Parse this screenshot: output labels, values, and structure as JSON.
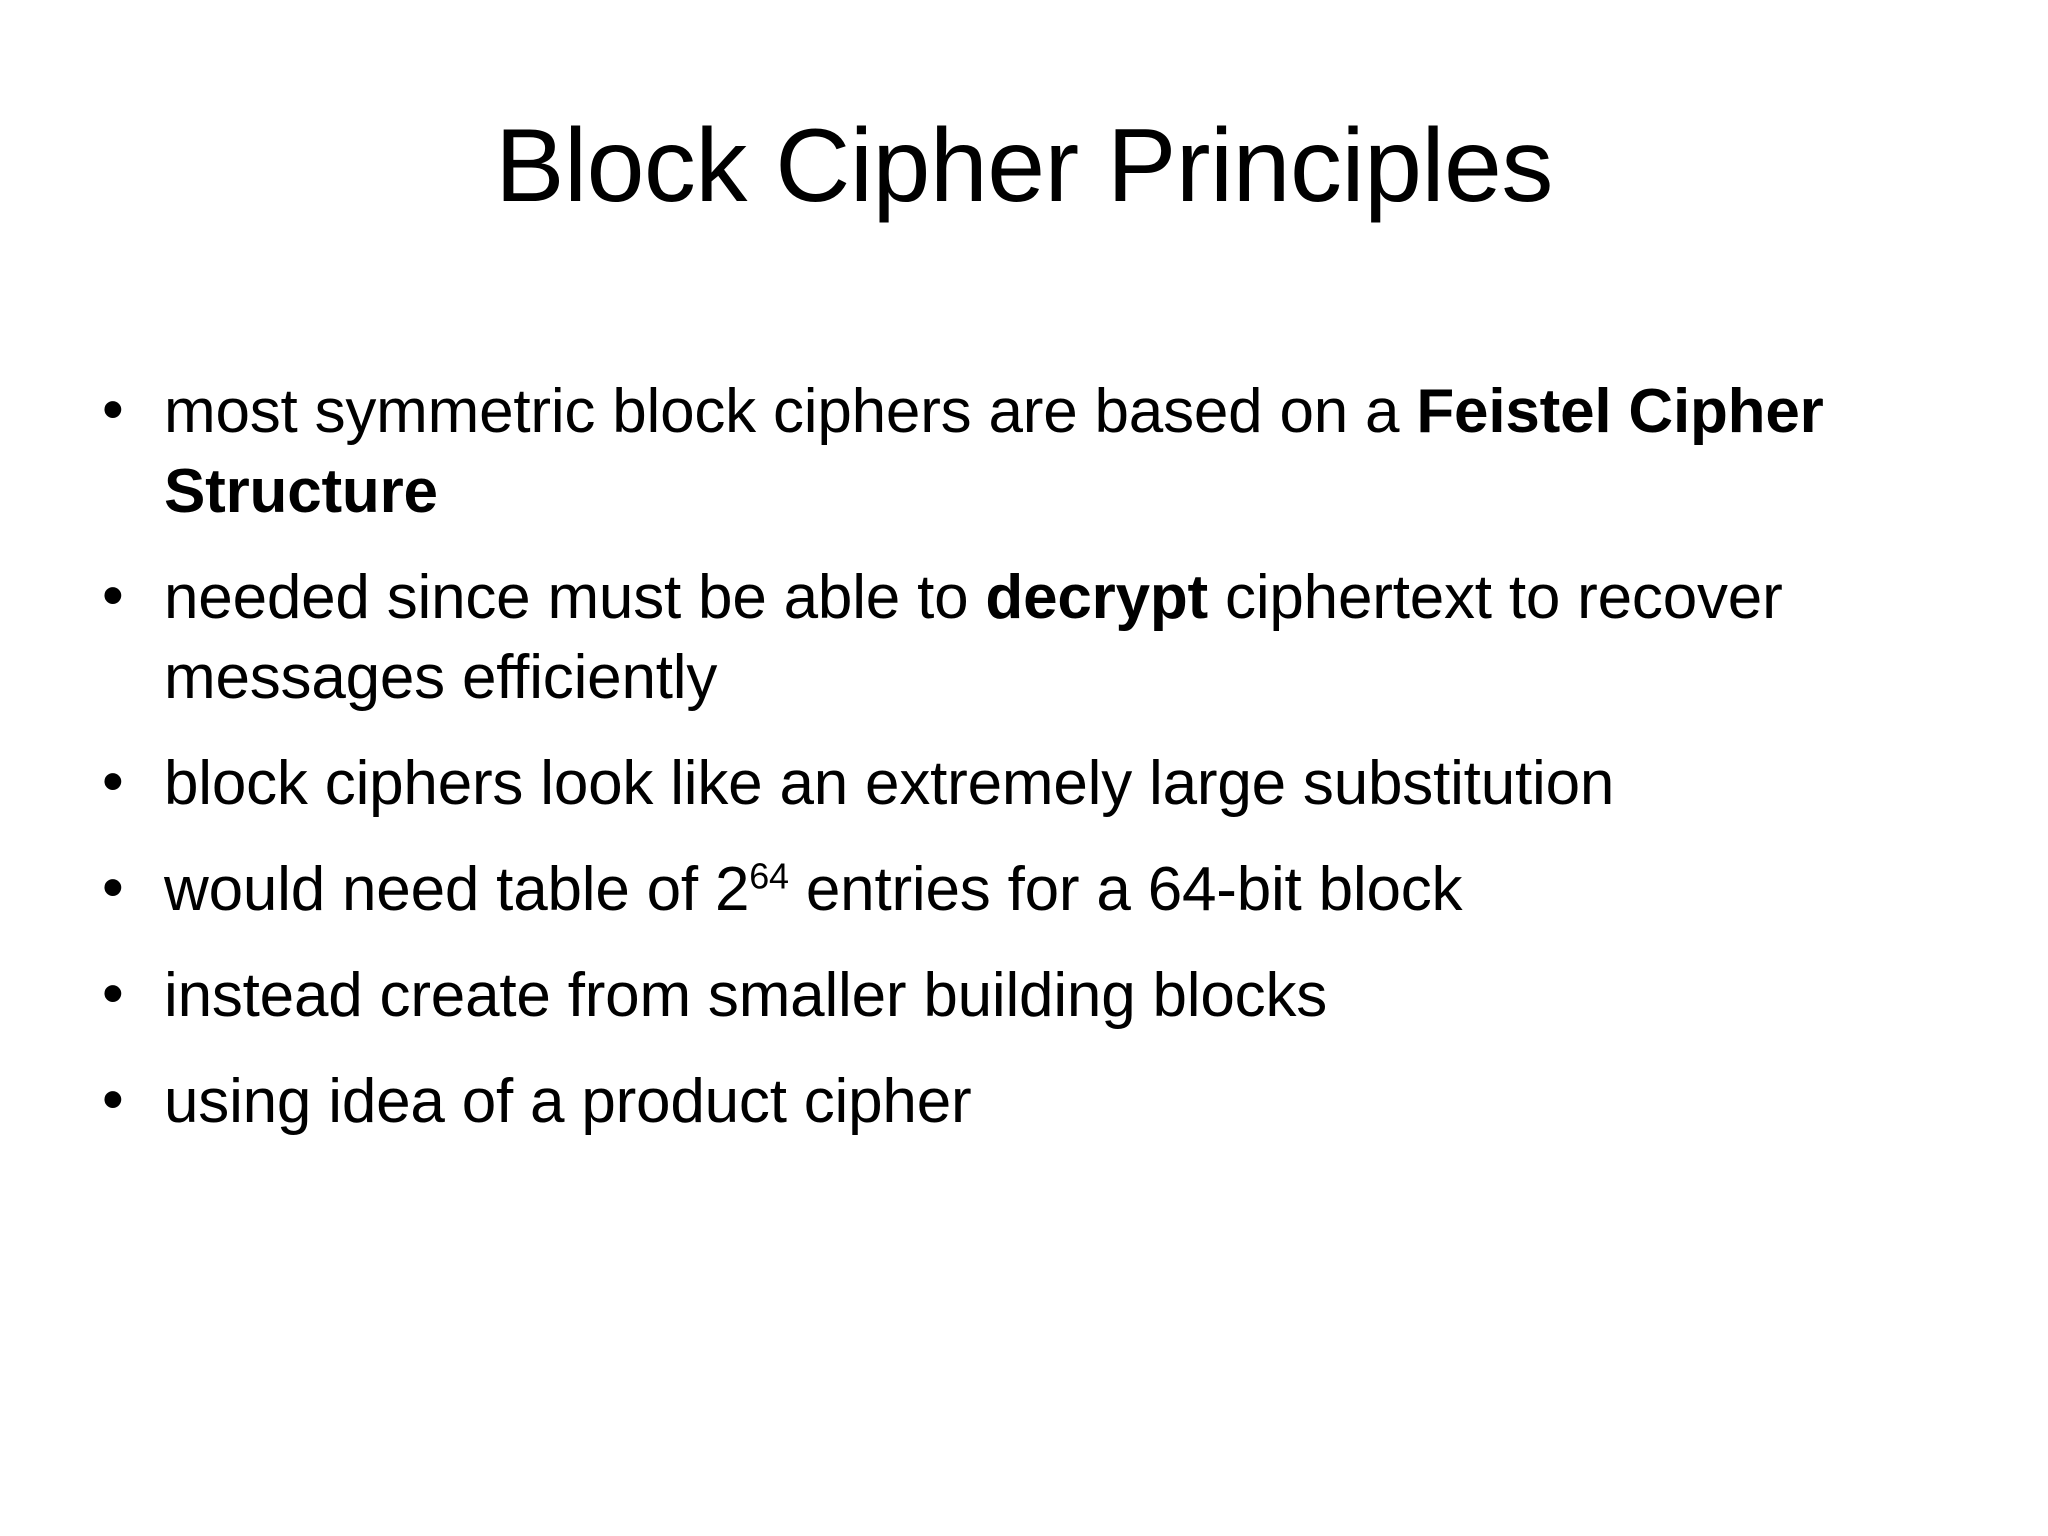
{
  "slide": {
    "title": "Block Cipher Principles",
    "background_color": "#ffffff",
    "text_color": "#000000",
    "bullet_glyph": "•",
    "bullets": [
      {
        "marker": "•",
        "parts": [
          {
            "text": "most symmetric block ciphers are based on a ",
            "bold": false
          },
          {
            "text": "Feistel Cipher Structure",
            "bold": true
          }
        ],
        "plain": "most symmetric block ciphers are based on a Feistel Cipher Structure"
      },
      {
        "marker": "•",
        "parts": [
          {
            "text": "needed since must be able to ",
            "bold": false
          },
          {
            "text": "decrypt",
            "bold": true
          },
          {
            "text": " ciphertext to recover messages efficiently",
            "bold": false
          }
        ],
        "plain": "needed since must be able to decrypt ciphertext to recover messages efficiently"
      },
      {
        "marker": "•",
        "parts": [
          {
            "text": "block ciphers look like an extremely large substitution",
            "bold": false
          }
        ],
        "plain": "block ciphers look like an extremely large substitution"
      },
      {
        "marker": "•",
        "parts": [
          {
            "text": "would need table of 2",
            "bold": false
          },
          {
            "text": "64",
            "bold": false,
            "superscript": true
          },
          {
            "text": " entries for a 64-bit block",
            "bold": false
          }
        ],
        "plain": "would need table of 2^64 entries for a 64-bit block"
      },
      {
        "marker": "•",
        "parts": [
          {
            "text": "instead create from smaller building blocks",
            "bold": false
          }
        ],
        "plain": "instead create from smaller building blocks"
      },
      {
        "marker": "•",
        "parts": [
          {
            "text": "using idea of a product cipher",
            "bold": false
          }
        ],
        "plain": "using idea of a product cipher"
      }
    ]
  }
}
